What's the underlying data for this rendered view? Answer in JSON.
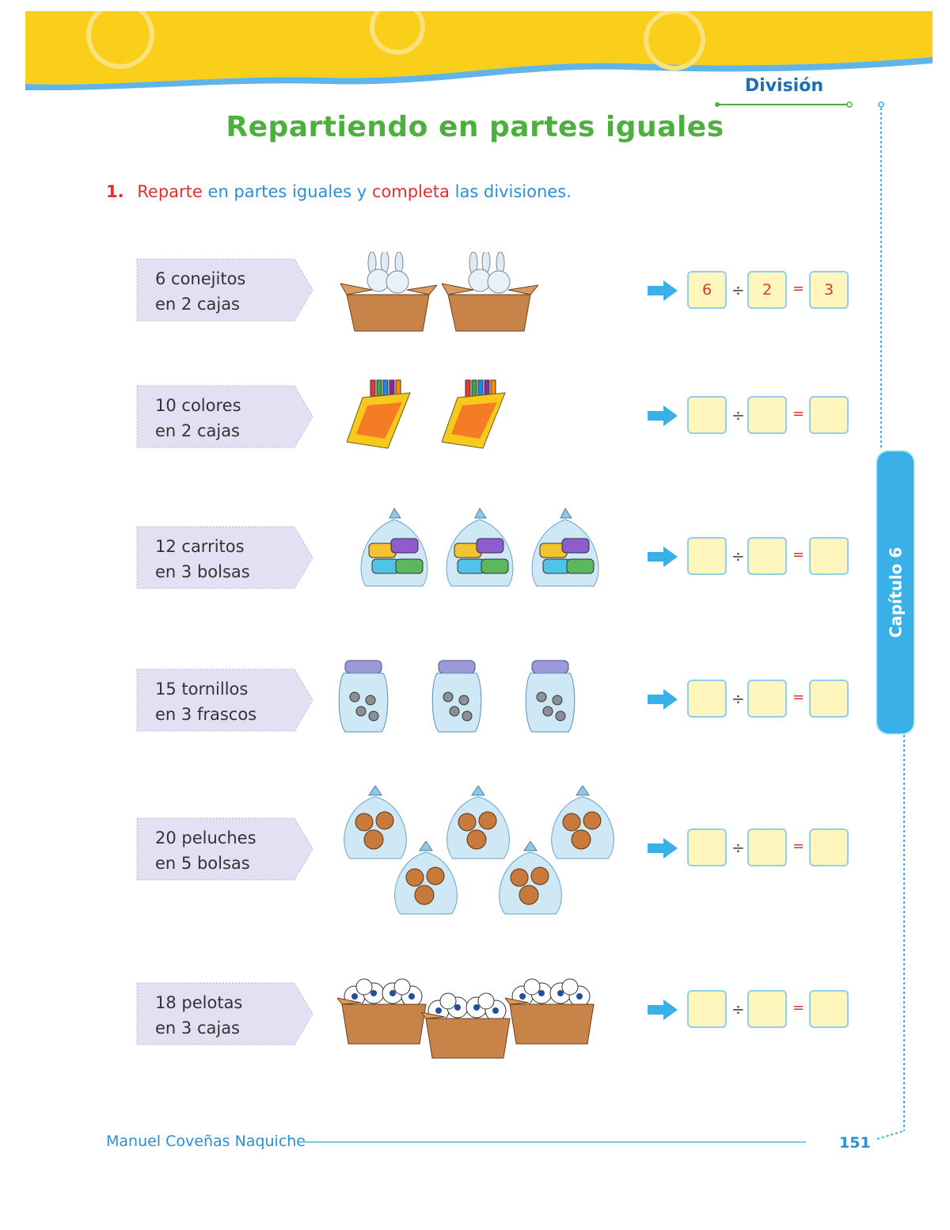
{
  "header": {
    "section": "División",
    "title": "Repartiendo en partes iguales"
  },
  "instruction": {
    "number": "1.",
    "w1": "Reparte",
    "w2": "en partes iguales y",
    "w3": "completa",
    "w4": "las divisiones."
  },
  "exercises": [
    {
      "line1": "6 conejitos",
      "line2": "en 2 cajas",
      "a": "6",
      "b": "2",
      "c": "3",
      "icon": "bunny-box-icon"
    },
    {
      "line1": "10 colores",
      "line2": "en 2 cajas",
      "a": "",
      "b": "",
      "c": "",
      "icon": "crayon-box-icon"
    },
    {
      "line1": "12 carritos",
      "line2": "en 3 bolsas",
      "a": "",
      "b": "",
      "c": "",
      "icon": "car-bag-icon"
    },
    {
      "line1": "15 tornillos",
      "line2": "en 3 frascos",
      "a": "",
      "b": "",
      "c": "",
      "icon": "screw-jar-icon"
    },
    {
      "line1": "20 peluches",
      "line2": "en 5 bolsas",
      "a": "",
      "b": "",
      "c": "",
      "icon": "teddy-bag-icon"
    },
    {
      "line1": "18 pelotas",
      "line2": "en 3 cajas",
      "a": "",
      "b": "",
      "c": "",
      "icon": "ball-box-icon"
    }
  ],
  "operators": {
    "divide": "÷",
    "equals": "="
  },
  "side_tab": "Capítulo 6",
  "footer": {
    "author": "Manuel Coveñas Naquiche",
    "page": "151"
  },
  "colors": {
    "banner": "#f9cf1c",
    "title": "#4caf3e",
    "accent": "#3ab0e8",
    "box_fill": "#fff6bd",
    "tag_fill": "#e4e0f4"
  }
}
